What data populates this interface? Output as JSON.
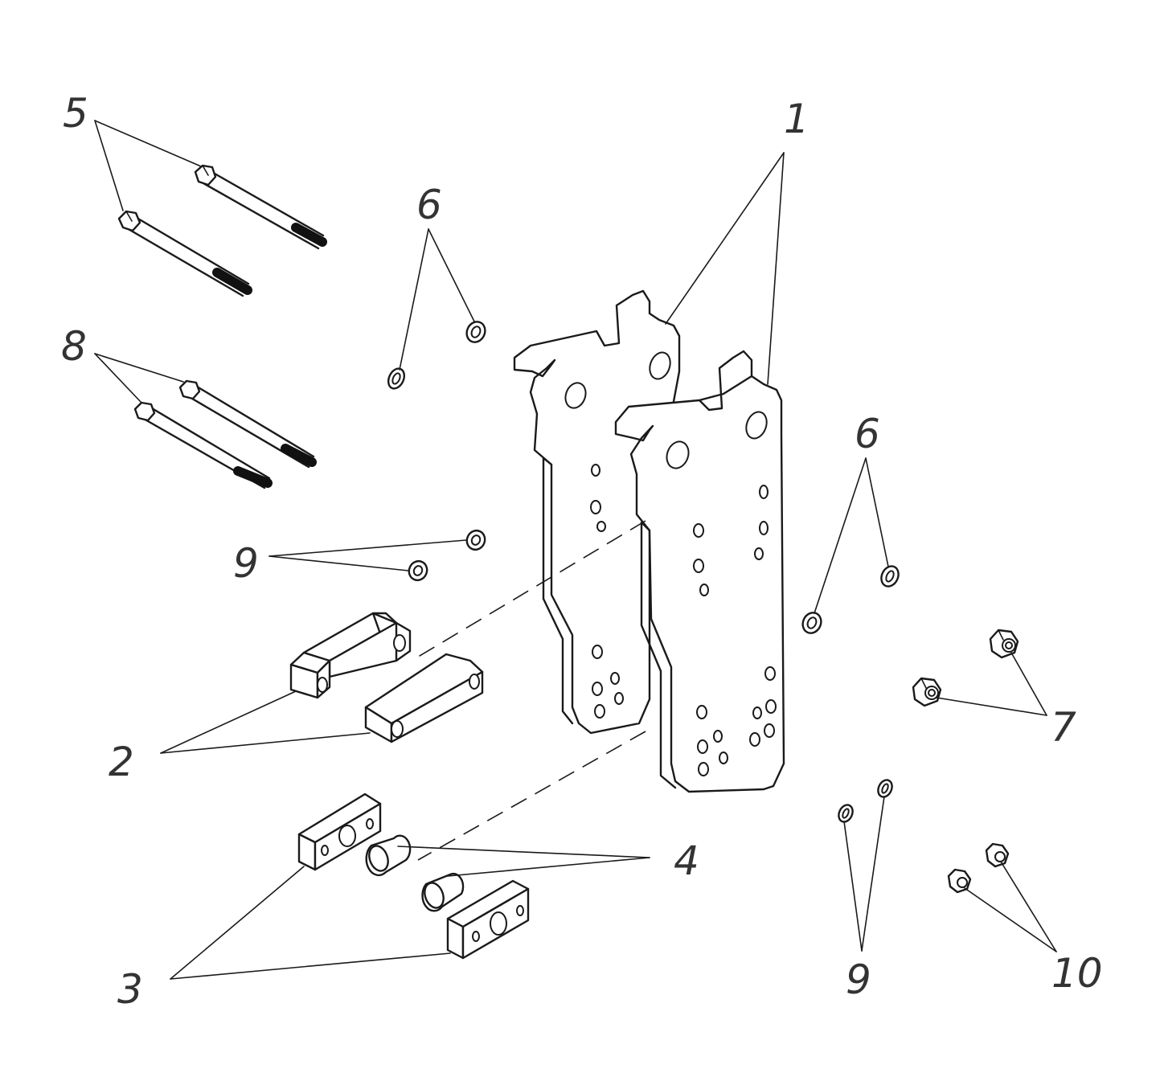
{
  "callouts": {
    "c1": "1",
    "c2": "2",
    "c3": "3",
    "c4": "4",
    "c5": "5",
    "c6a": "6",
    "c6b": "6",
    "c7": "7",
    "c8": "8",
    "c9a": "9",
    "c9b": "9",
    "c10": "10"
  }
}
